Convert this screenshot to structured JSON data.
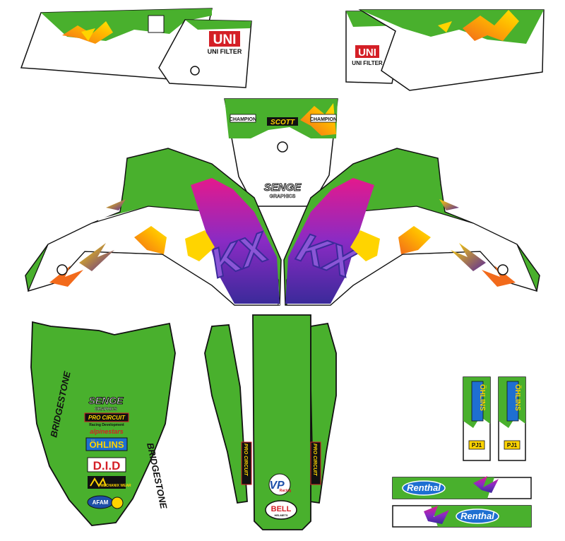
{
  "palette": {
    "kawasaki_green": "#49b02d",
    "white": "#ffffff",
    "outline": "#111111",
    "magenta": "#e4198c",
    "purple": "#5a2a9a",
    "orange": "#f26a1b",
    "yellow": "#ffd400",
    "red": "#d41f26",
    "blue": "#1e4fa8"
  },
  "side_panels": {
    "uni_logo": "UNI",
    "uni_sub": "UNI FILTER"
  },
  "number_plate": {
    "champion_left": "CHAMPION",
    "champion_right": "CHAMPION",
    "scott": "SCOTT",
    "senge": "SENGE",
    "senge_sub": "GRAPHICS"
  },
  "shrouds": {
    "letters": "KX"
  },
  "rear_fender": {
    "bridgestone_left": "BRIDGESTONE",
    "bridgestone_right": "BRIDGESTONE",
    "senge": "SENGE",
    "senge_sub": "GRAPHICS",
    "pro_circuit": "PRO CIRCUIT",
    "pro_circuit_sub": "Racing Development",
    "alpinestars": "alpinestars",
    "ohlins": "ÖHLINS",
    "did": "D.I.D",
    "mechanix": "MECHANIX WEAR",
    "afam": "AFAM"
  },
  "front_fender": {
    "pro_circuit_left": "PRO CIRCUIT",
    "pro_circuit_right": "PRO CIRCUIT",
    "vp": "VP",
    "vp_sub": "Racing",
    "bell": "BELL",
    "bell_sub": "HELMETS"
  },
  "fork_guards": {
    "ohlins": "ÖHLINS",
    "pj1": "PJ1"
  },
  "bar_pads": {
    "renthal": "Renthal"
  }
}
